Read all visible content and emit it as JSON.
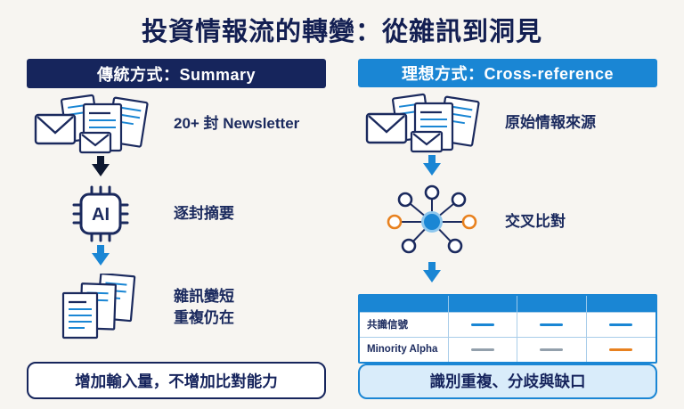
{
  "title": "投資情報流的轉變：從雜訊到洞見",
  "colors": {
    "navy": "#1b2a5e",
    "dark_arrow": "#0d1730",
    "blue": "#1a86d4",
    "orange": "#e8811f",
    "gray": "#93a0ac",
    "light_blue_bg": "#d9ecfa"
  },
  "left": {
    "header": "傳統方式：Summary",
    "ai_label": "AI",
    "steps": [
      {
        "icon": "newsletter-stack",
        "label": "20+ 封 Newsletter"
      },
      {
        "icon": "ai-chip",
        "label": "逐封摘要"
      },
      {
        "icon": "document-stack",
        "label": "雜訊變短\n重複仍在"
      }
    ],
    "footer": "增加輸入量，不增加比對能力"
  },
  "right": {
    "header": "理想方式：Cross-reference",
    "steps": [
      {
        "icon": "mail-stack",
        "label": "原始情報來源"
      },
      {
        "icon": "hub-network",
        "label": "交叉比對"
      }
    ],
    "table": {
      "rows": [
        {
          "label": "共識信號",
          "dashes": [
            "blue",
            "blue",
            "blue"
          ]
        },
        {
          "label": "Minority Alpha",
          "dashes": [
            "gray",
            "gray",
            "orange"
          ]
        }
      ]
    },
    "footer": "識別重複、分歧與缺口"
  }
}
